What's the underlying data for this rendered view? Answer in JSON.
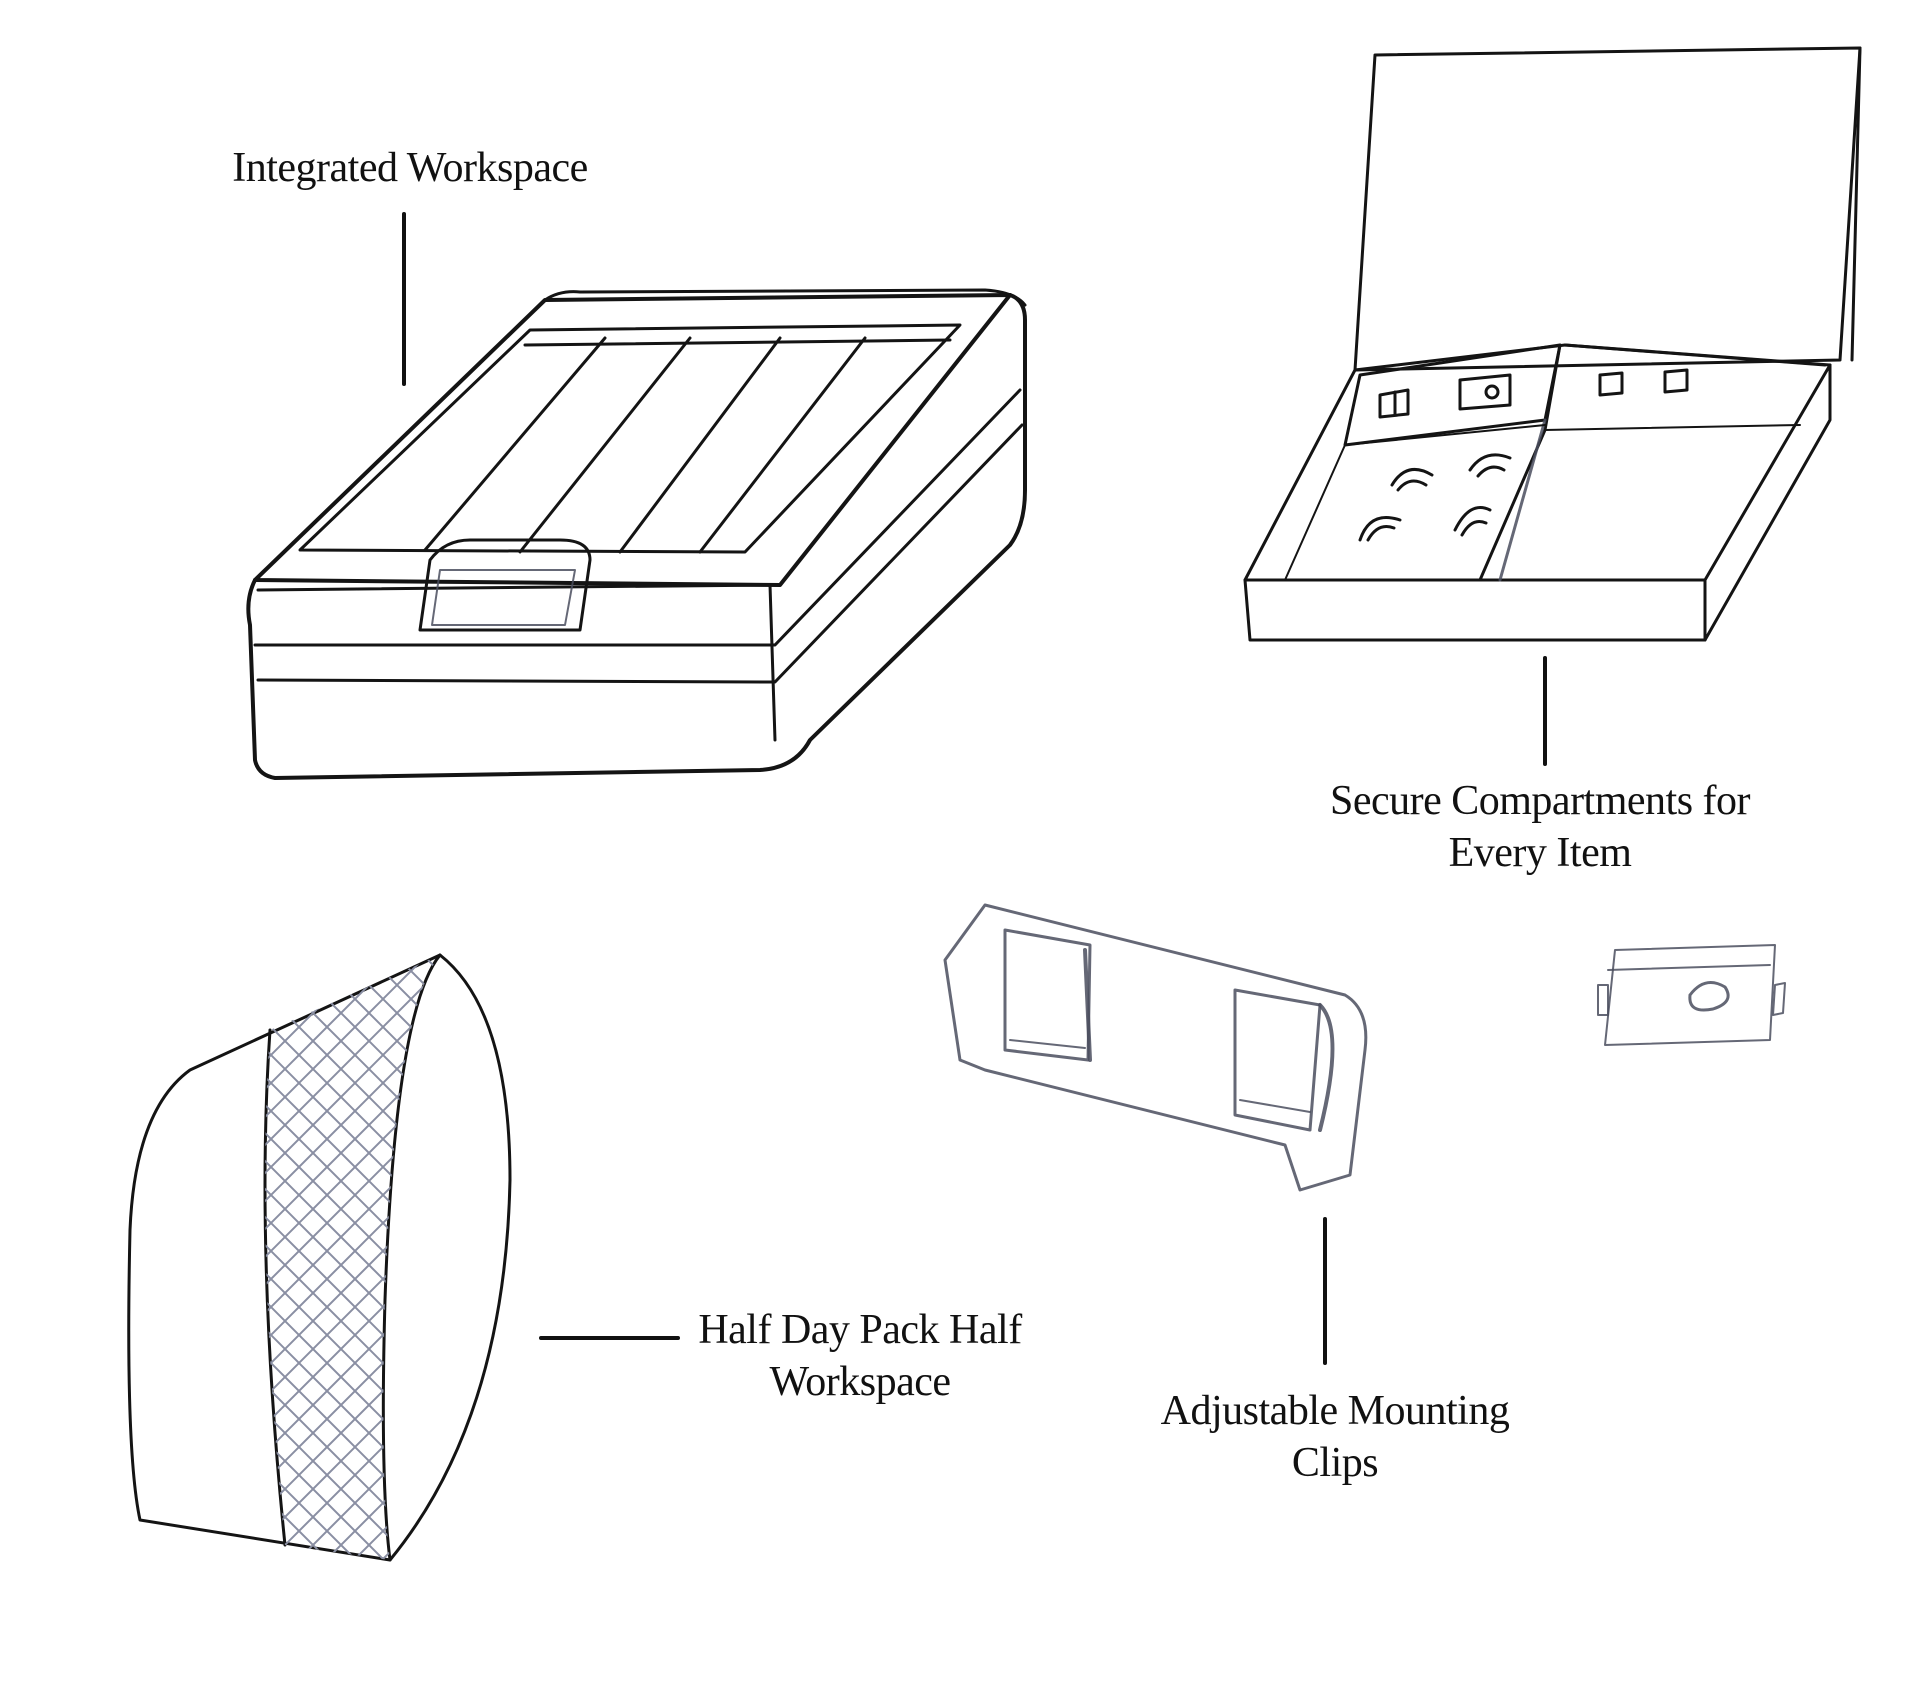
{
  "callouts": {
    "integrated_workspace": "Integrated Workspace",
    "secure_compartments_line1": "Secure Compartments for",
    "secure_compartments_line2": "Every Item",
    "half_day_pack_line1": "Half Day Pack Half",
    "half_day_pack_line2": "Workspace",
    "mounting_clips_line1": "Adjustable Mounting",
    "mounting_clips_line2": "Clips"
  },
  "colors": {
    "ink": "#141414",
    "pencil": "#4a4e5e",
    "hatch": "#8a8fa3",
    "background": "#ffffff"
  }
}
